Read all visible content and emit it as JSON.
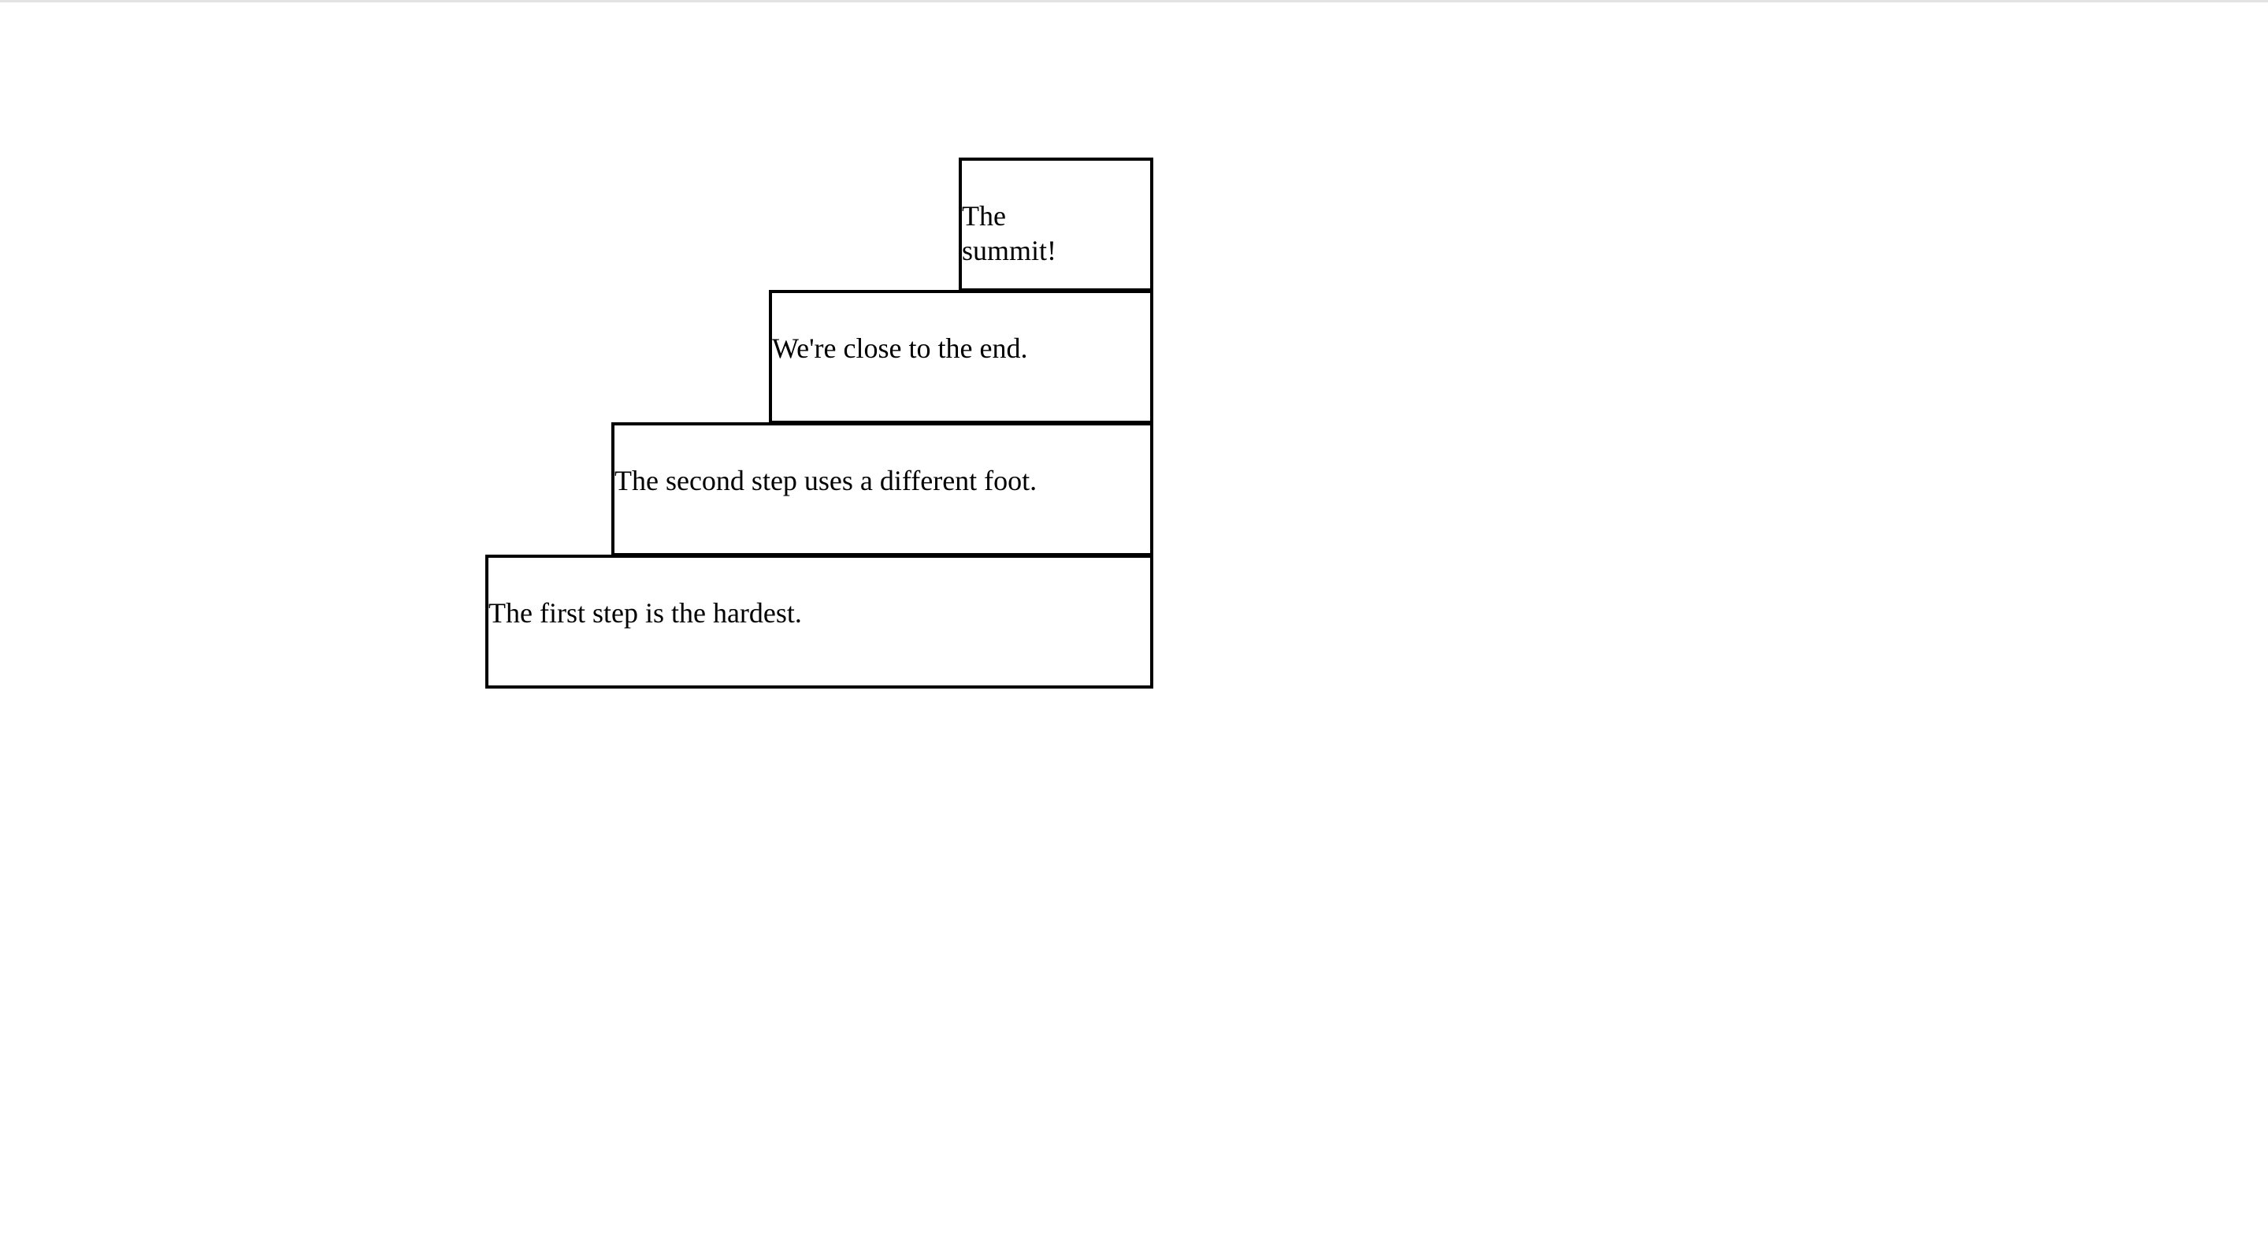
{
  "steps": {
    "step1": {
      "text": "The first step is the hardest."
    },
    "step2": {
      "text": "The second step uses a different foot."
    },
    "step3": {
      "text": "We're close to the end."
    },
    "step4": {
      "text": "The summit!"
    }
  },
  "colors": {
    "border": "#000000",
    "background": "#ffffff",
    "text": "#000000"
  }
}
